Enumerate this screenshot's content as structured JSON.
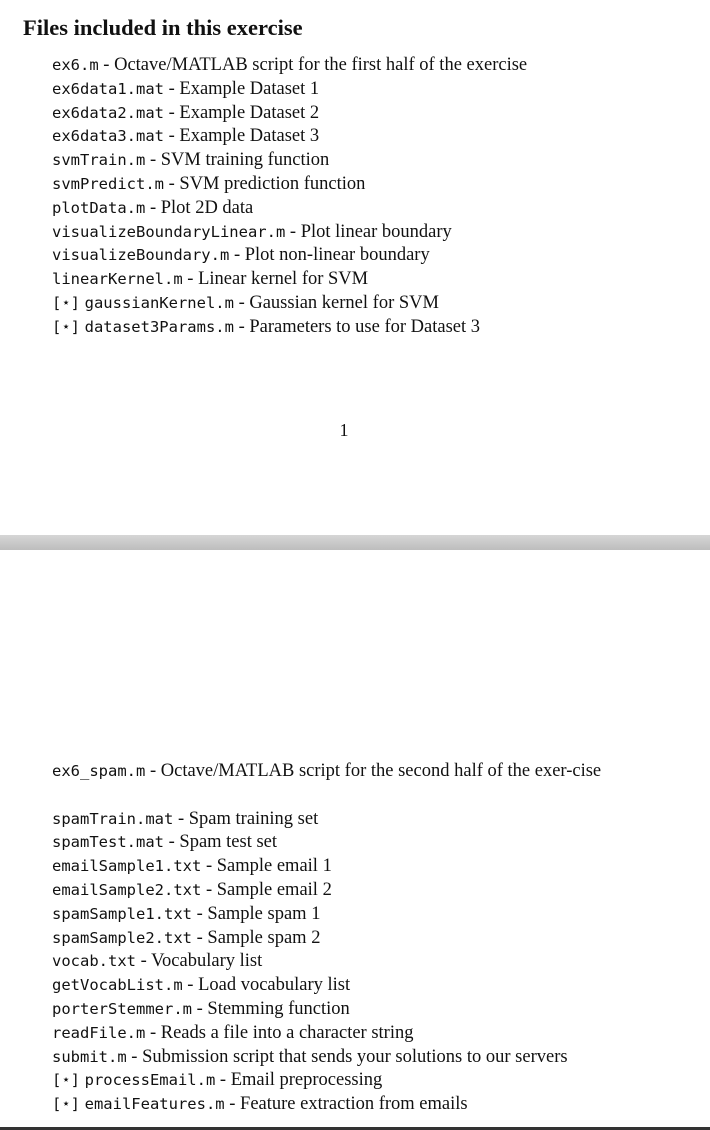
{
  "heading": "Files included in this exercise",
  "separator": " - ",
  "starred_marker": "[⋆]",
  "page1": {
    "files": [
      {
        "name": "ex6.m",
        "description": "Octave/MATLAB script for the first half of the exercise",
        "starred": false
      },
      {
        "name": "ex6data1.mat",
        "description": "Example Dataset 1",
        "starred": false
      },
      {
        "name": "ex6data2.mat",
        "description": "Example Dataset 2",
        "starred": false
      },
      {
        "name": "ex6data3.mat",
        "description": "Example Dataset 3",
        "starred": false
      },
      {
        "name": "svmTrain.m",
        "description": "SVM training function",
        "starred": false
      },
      {
        "name": "svmPredict.m",
        "description": "SVM prediction function",
        "starred": false
      },
      {
        "name": "plotData.m",
        "description": "Plot 2D data",
        "starred": false
      },
      {
        "name": "visualizeBoundaryLinear.m",
        "description": "Plot linear boundary",
        "starred": false
      },
      {
        "name": "visualizeBoundary.m",
        "description": "Plot non-linear boundary",
        "starred": false
      },
      {
        "name": "linearKernel.m",
        "description": "Linear kernel for SVM",
        "starred": false
      },
      {
        "name": "gaussianKernel.m",
        "description": "Gaussian kernel for SVM",
        "starred": true
      },
      {
        "name": "dataset3Params.m",
        "description": "Parameters to use for Dataset 3",
        "starred": true
      }
    ],
    "page_number": "1"
  },
  "page2": {
    "files": [
      {
        "name": "ex6_spam.m",
        "description": "Octave/MATLAB script for the second half of the exer-cise",
        "starred": false
      },
      {
        "name": "spamTrain.mat",
        "description": "Spam training set",
        "starred": false
      },
      {
        "name": "spamTest.mat",
        "description": "Spam test set",
        "starred": false
      },
      {
        "name": "emailSample1.txt",
        "description": "Sample email 1",
        "starred": false
      },
      {
        "name": "emailSample2.txt",
        "description": "Sample email 2",
        "starred": false
      },
      {
        "name": "spamSample1.txt",
        "description": "Sample spam 1",
        "starred": false
      },
      {
        "name": "spamSample2.txt",
        "description": "Sample spam 2",
        "starred": false
      },
      {
        "name": "vocab.txt",
        "description": "Vocabulary list",
        "starred": false
      },
      {
        "name": "getVocabList.m",
        "description": "Load vocabulary list",
        "starred": false
      },
      {
        "name": "porterStemmer.m",
        "description": "Stemming function",
        "starred": false
      },
      {
        "name": "readFile.m",
        "description": "Reads a file into a character string",
        "starred": false
      },
      {
        "name": "submit.m",
        "description": "Submission script that sends your solutions to our servers",
        "starred": false
      },
      {
        "name": "processEmail.m",
        "description": "Email preprocessing",
        "starred": true
      },
      {
        "name": "emailFeatures.m",
        "description": "Feature extraction from emails",
        "starred": true
      }
    ]
  }
}
